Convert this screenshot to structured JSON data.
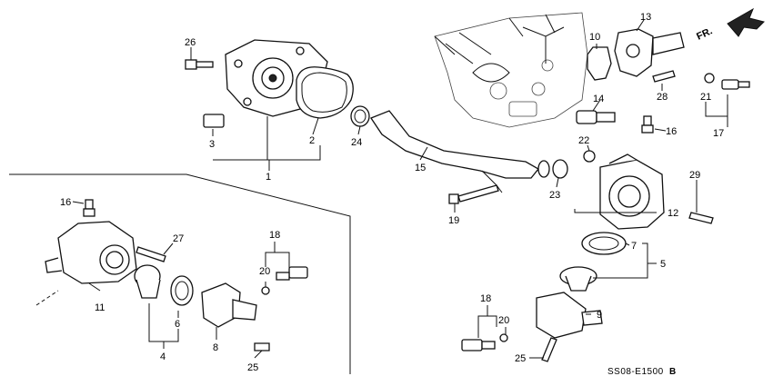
{
  "diagram": {
    "direction_arrow": "FR.",
    "figure_code": "SS08-E1500",
    "figure_suffix": "B"
  },
  "callouts": [
    {
      "id": "c26",
      "text": "26"
    },
    {
      "id": "c3",
      "text": "3"
    },
    {
      "id": "c2",
      "text": "2"
    },
    {
      "id": "c1",
      "text": "1"
    },
    {
      "id": "c10",
      "text": "10"
    },
    {
      "id": "c13",
      "text": "13"
    },
    {
      "id": "c24",
      "text": "24"
    },
    {
      "id": "c14",
      "text": "14"
    },
    {
      "id": "c28",
      "text": "28"
    },
    {
      "id": "c21",
      "text": "21"
    },
    {
      "id": "c17",
      "text": "17"
    },
    {
      "id": "c16a",
      "text": "16"
    },
    {
      "id": "c22",
      "text": "22"
    },
    {
      "id": "c15",
      "text": "15"
    },
    {
      "id": "c23",
      "text": "23"
    },
    {
      "id": "c19",
      "text": "19"
    },
    {
      "id": "c12",
      "text": "12"
    },
    {
      "id": "c29",
      "text": "29"
    },
    {
      "id": "c7",
      "text": "7"
    },
    {
      "id": "c5",
      "text": "5"
    },
    {
      "id": "c9",
      "text": "9"
    },
    {
      "id": "c18b",
      "text": "18"
    },
    {
      "id": "c20b",
      "text": "20"
    },
    {
      "id": "c25b",
      "text": "25"
    },
    {
      "id": "c16b",
      "text": "16"
    },
    {
      "id": "c27",
      "text": "27"
    },
    {
      "id": "c18a",
      "text": "18"
    },
    {
      "id": "c20a",
      "text": "20"
    },
    {
      "id": "c11",
      "text": "11"
    },
    {
      "id": "c6",
      "text": "6"
    },
    {
      "id": "c4",
      "text": "4"
    },
    {
      "id": "c8",
      "text": "8"
    },
    {
      "id": "c25a",
      "text": "25"
    }
  ]
}
